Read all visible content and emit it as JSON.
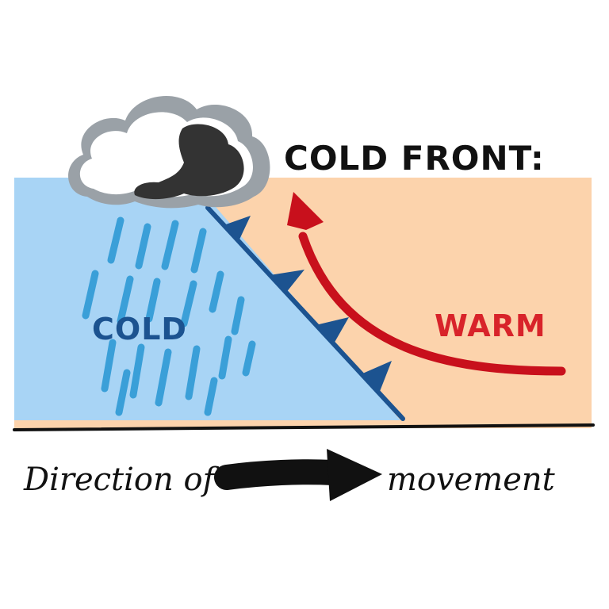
{
  "title": "COLD FRONT:",
  "labels": {
    "cold": "COLD",
    "warm": "WARM"
  },
  "caption": {
    "before": "Direction of",
    "after": "movement"
  },
  "colors": {
    "cold_air": "#a8d4f5",
    "warm_air": "#fcd3ac",
    "front_line": "#1c5390",
    "cold_text": "#1c5390",
    "warm_text": "#d8232a",
    "warm_arrow": "#c8101c",
    "rain": "#3a9fd8",
    "cloud_light": "#ffffff",
    "cloud_outline": "#9aa1a7",
    "cloud_dark": "#333333",
    "ink": "#111111"
  },
  "icons": {
    "cloud": "storm-cloud-icon",
    "rain": "rain-icon",
    "warm_arrow": "curved-arrow-icon",
    "direction_arrow": "right-arrow-icon"
  }
}
